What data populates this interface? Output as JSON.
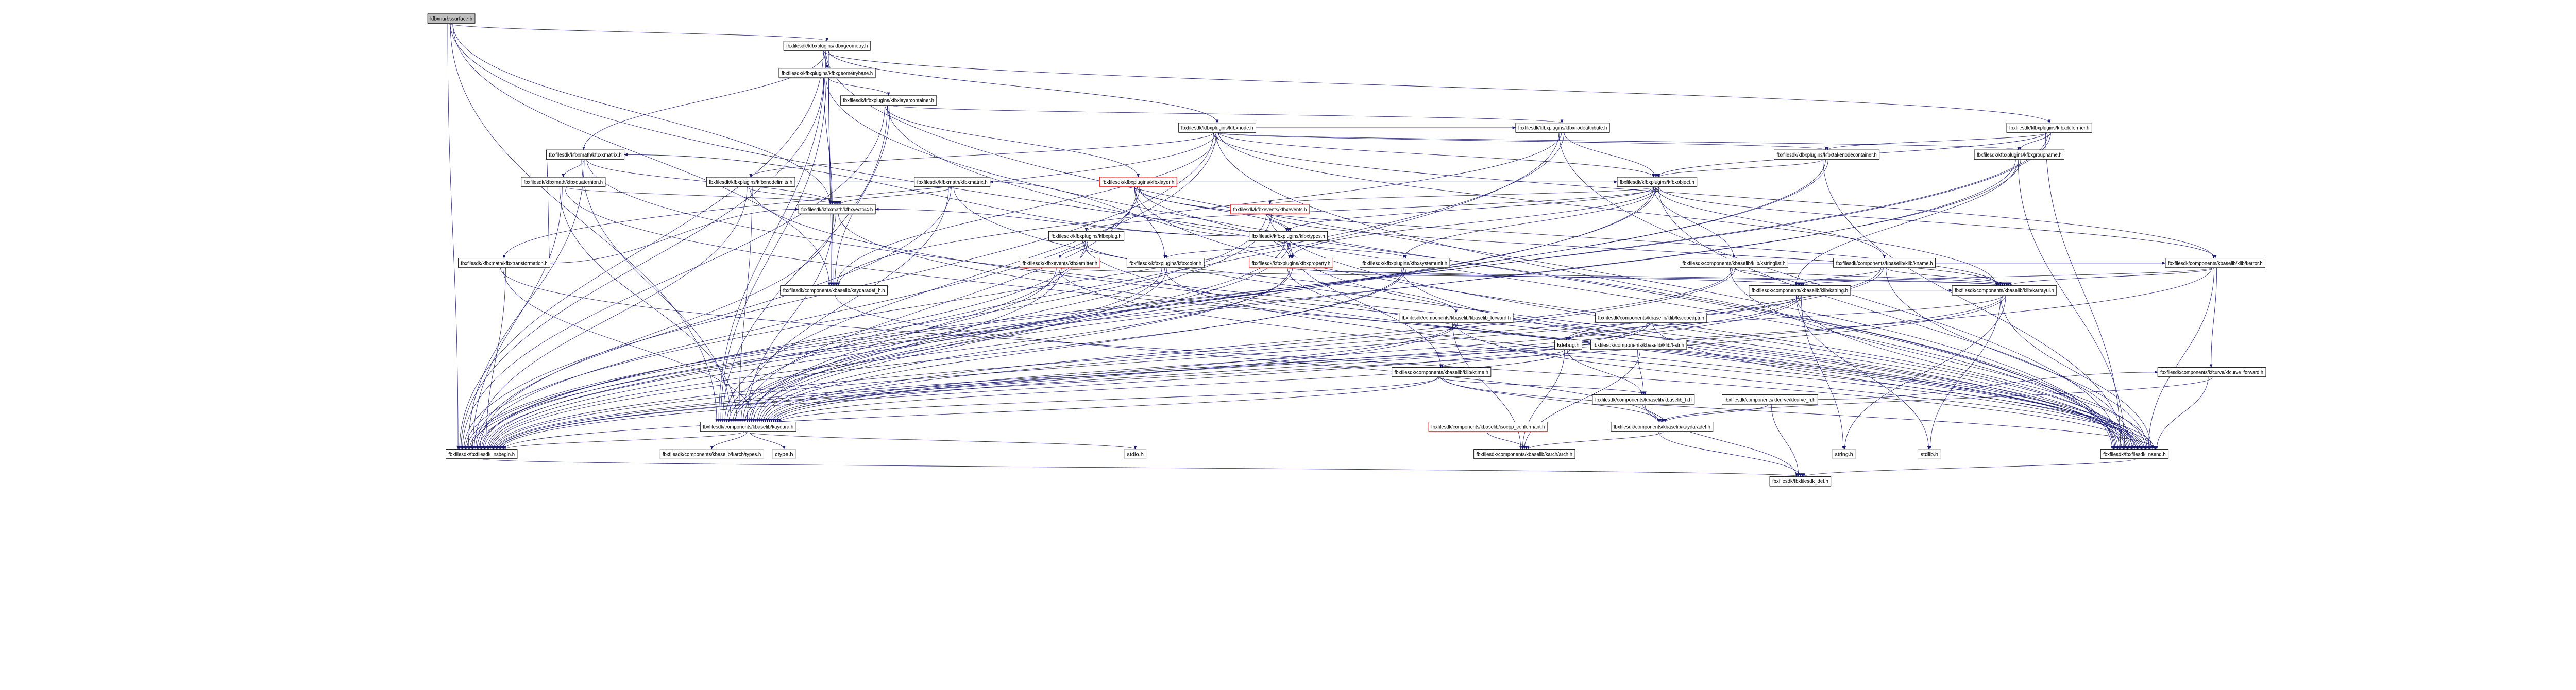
{
  "graph": {
    "title": "kfbxnurbssurface.h include dependency graph",
    "colors": {
      "edge": "#191970",
      "root_fill": "#bfbfbf",
      "node_border": "#000000",
      "truncated_border": "#ff0000",
      "external_border": "#bfbfbf"
    },
    "nodes": [
      {
        "id": 0,
        "label": "kfbxnurbssurface.h",
        "kind": "root"
      },
      {
        "id": 1,
        "label": "fbxfilesdk/kfbxplugins/kfbxgeometry.h",
        "kind": "normal"
      },
      {
        "id": 2,
        "label": "fbxfilesdk/kfbxplugins/kfbxgeometrybase.h",
        "kind": "normal"
      },
      {
        "id": 3,
        "label": "fbxfilesdk/kfbxplugins/kfbxlayercontainer.h",
        "kind": "normal"
      },
      {
        "id": 4,
        "label": "fbxfilesdk/kfbxplugins/kfbxnode.h",
        "kind": "normal"
      },
      {
        "id": 5,
        "label": "fbxfilesdk/kfbxplugins/kfbxnodeattribute.h",
        "kind": "normal"
      },
      {
        "id": 6,
        "label": "fbxfilesdk/kfbxplugins/kfbxdeformer.h",
        "kind": "normal"
      },
      {
        "id": 7,
        "label": "fbxfilesdk/kfbxmath/kfbxxmatrix.h",
        "kind": "normal"
      },
      {
        "id": 8,
        "label": "fbxfilesdk/kfbxplugins/kfbxtakenodecontainer.h",
        "kind": "normal"
      },
      {
        "id": 9,
        "label": "fbxfilesdk/kfbxplugins/kfbxgroupname.h",
        "kind": "normal"
      },
      {
        "id": 10,
        "label": "fbxfilesdk/kfbxmath/kfbxquaternion.h",
        "kind": "normal"
      },
      {
        "id": 11,
        "label": "fbxfilesdk/kfbxplugins/kfbxnodelimits.h",
        "kind": "normal"
      },
      {
        "id": 12,
        "label": "fbxfilesdk/kfbxmath/kfbxmatrix.h",
        "kind": "normal"
      },
      {
        "id": 13,
        "label": "fbxfilesdk/kfbxplugins/kfbxlayer.h",
        "kind": "truncated"
      },
      {
        "id": 14,
        "label": "fbxfilesdk/kfbxplugins/kfbxobject.h",
        "kind": "normal"
      },
      {
        "id": 15,
        "label": "fbxfilesdk/kfbxmath/kfbxvector4.h",
        "kind": "normal"
      },
      {
        "id": 16,
        "label": "fbxfilesdk/kfbxevents/kfbxevents.h",
        "kind": "truncated"
      },
      {
        "id": 17,
        "label": "fbxfilesdk/kfbxplugins/kfbxplug.h",
        "kind": "normal"
      },
      {
        "id": 18,
        "label": "fbxfilesdk/kfbxplugins/kfbxtypes.h",
        "kind": "normal"
      },
      {
        "id": 19,
        "label": "fbxfilesdk/kfbxmath/kfbxtransformation.h",
        "kind": "normal"
      },
      {
        "id": 20,
        "label": "fbxfilesdk/kfbxevents/kfbxemitter.h",
        "kind": "truncated"
      },
      {
        "id": 21,
        "label": "fbxfilesdk/kfbxplugins/kfbxcolor.h",
        "kind": "normal"
      },
      {
        "id": 22,
        "label": "fbxfilesdk/kfbxplugins/kfbxproperty.h",
        "kind": "truncated"
      },
      {
        "id": 23,
        "label": "fbxfilesdk/kfbxplugins/kfbxsystemunit.h",
        "kind": "normal"
      },
      {
        "id": 24,
        "label": "fbxfilesdk/components/kbaselib/klib/kstringlist.h",
        "kind": "normal"
      },
      {
        "id": 25,
        "label": "fbxfilesdk/components/kbaselib/klib/kname.h",
        "kind": "normal"
      },
      {
        "id": 26,
        "label": "fbxfilesdk/components/kbaselib/klib/kerror.h",
        "kind": "normal"
      },
      {
        "id": 27,
        "label": "fbxfilesdk/components/kbaselib/kaydaradef_h.h",
        "kind": "normal"
      },
      {
        "id": 28,
        "label": "fbxfilesdk/components/kbaselib/klib/kstring.h",
        "kind": "normal"
      },
      {
        "id": 29,
        "label": "fbxfilesdk/components/kbaselib/klib/karrayul.h",
        "kind": "normal"
      },
      {
        "id": 30,
        "label": "fbxfilesdk/components/kbaselib/kbaselib_forward.h",
        "kind": "normal"
      },
      {
        "id": 31,
        "label": "fbxfilesdk/components/kbaselib/klib/kscopedptr.h",
        "kind": "normal"
      },
      {
        "id": 32,
        "label": "kdebug.h",
        "kind": "normal"
      },
      {
        "id": 33,
        "label": "fbxfilesdk/components/kbaselib/klib/t-str.h",
        "kind": "normal"
      },
      {
        "id": 34,
        "label": "fbxfilesdk/components/kbaselib/klib/ktime.h",
        "kind": "normal"
      },
      {
        "id": 35,
        "label": "fbxfilesdk/components/kfcurve/kfcurve_forward.h",
        "kind": "normal"
      },
      {
        "id": 36,
        "label": "fbxfilesdk/components/kbaselib/kbaselib_h.h",
        "kind": "normal"
      },
      {
        "id": 37,
        "label": "fbxfilesdk/components/kfcurve/kfcurve_h.h",
        "kind": "normal"
      },
      {
        "id": 38,
        "label": "fbxfilesdk/components/kbaselib/kaydara.h",
        "kind": "normal"
      },
      {
        "id": 39,
        "label": "fbxfilesdk/components/kbaselib/isocpp_conformant.h",
        "kind": "truncated"
      },
      {
        "id": 40,
        "label": "fbxfilesdk/components/kbaselib/kaydaradef.h",
        "kind": "normal"
      },
      {
        "id": 41,
        "label": "fbxfilesdk/fbxfilesdk_nsbegin.h",
        "kind": "normal"
      },
      {
        "id": 42,
        "label": "fbxfilesdk/components/kbaselib/karch/types.h",
        "kind": "external"
      },
      {
        "id": 43,
        "label": "ctype.h",
        "kind": "external"
      },
      {
        "id": 44,
        "label": "stdio.h",
        "kind": "external"
      },
      {
        "id": 45,
        "label": "fbxfilesdk/components/kbaselib/karch/arch.h",
        "kind": "normal"
      },
      {
        "id": 46,
        "label": "string.h",
        "kind": "external"
      },
      {
        "id": 47,
        "label": "stdlib.h",
        "kind": "external"
      },
      {
        "id": 48,
        "label": "fbxfilesdk/fbxfilesdk_nsend.h",
        "kind": "normal"
      },
      {
        "id": 49,
        "label": "fbxfilesdk/fbxfilesdk_def.h",
        "kind": "normal"
      }
    ],
    "edges": [
      [
        0,
        1
      ],
      [
        0,
        38
      ],
      [
        0,
        27
      ],
      [
        0,
        41
      ],
      [
        0,
        48
      ],
      [
        0,
        15
      ],
      [
        1,
        2
      ],
      [
        1,
        7
      ],
      [
        1,
        4
      ],
      [
        1,
        6
      ],
      [
        1,
        38
      ],
      [
        1,
        27
      ],
      [
        1,
        41
      ],
      [
        1,
        48
      ],
      [
        2,
        3
      ],
      [
        2,
        15
      ],
      [
        2,
        38
      ],
      [
        2,
        27
      ],
      [
        2,
        41
      ],
      [
        2,
        48
      ],
      [
        3,
        5
      ],
      [
        3,
        13
      ],
      [
        3,
        38
      ],
      [
        3,
        27
      ],
      [
        3,
        41
      ],
      [
        3,
        48
      ],
      [
        4,
        5
      ],
      [
        4,
        11
      ],
      [
        4,
        19
      ],
      [
        4,
        29
      ],
      [
        4,
        8
      ],
      [
        4,
        9
      ],
      [
        4,
        14
      ],
      [
        4,
        26
      ],
      [
        4,
        38
      ],
      [
        4,
        27
      ],
      [
        4,
        41
      ],
      [
        4,
        48
      ],
      [
        5,
        14
      ],
      [
        5,
        38
      ],
      [
        5,
        27
      ],
      [
        5,
        41
      ],
      [
        5,
        48
      ],
      [
        6,
        8
      ],
      [
        6,
        9
      ],
      [
        6,
        14
      ],
      [
        6,
        38
      ],
      [
        6,
        41
      ],
      [
        6,
        48
      ],
      [
        7,
        10
      ],
      [
        7,
        15
      ],
      [
        7,
        38
      ],
      [
        7,
        41
      ],
      [
        7,
        48
      ],
      [
        8,
        14
      ],
      [
        8,
        38
      ],
      [
        8,
        41
      ],
      [
        8,
        48
      ],
      [
        9,
        28
      ],
      [
        9,
        38
      ],
      [
        9,
        41
      ],
      [
        9,
        48
      ],
      [
        10,
        15
      ],
      [
        10,
        38
      ],
      [
        10,
        41
      ],
      [
        10,
        48
      ],
      [
        11,
        15
      ],
      [
        11,
        14
      ],
      [
        11,
        38
      ],
      [
        11,
        41
      ],
      [
        11,
        48
      ],
      [
        12,
        15
      ],
      [
        12,
        38
      ],
      [
        12,
        41
      ],
      [
        12,
        48
      ],
      [
        13,
        21
      ],
      [
        13,
        18
      ],
      [
        13,
        22
      ],
      [
        13,
        29
      ],
      [
        13,
        38
      ],
      [
        13,
        41
      ],
      [
        13,
        48
      ],
      [
        14,
        16
      ],
      [
        14,
        17
      ],
      [
        14,
        18
      ],
      [
        14,
        22
      ],
      [
        14,
        23
      ],
      [
        14,
        24
      ],
      [
        14,
        25
      ],
      [
        14,
        26
      ],
      [
        14,
        38
      ],
      [
        14,
        41
      ],
      [
        14,
        48
      ],
      [
        15,
        38
      ],
      [
        15,
        41
      ],
      [
        15,
        48
      ],
      [
        16,
        18
      ],
      [
        16,
        29
      ],
      [
        16,
        38
      ],
      [
        16,
        41
      ],
      [
        16,
        48
      ],
      [
        17,
        20
      ],
      [
        17,
        30
      ],
      [
        17,
        38
      ],
      [
        17,
        41
      ],
      [
        17,
        48
      ],
      [
        18,
        21
      ],
      [
        18,
        22
      ],
      [
        18,
        23
      ],
      [
        18,
        12
      ],
      [
        18,
        7
      ],
      [
        18,
        15
      ],
      [
        18,
        34
      ],
      [
        18,
        38
      ],
      [
        18,
        41
      ],
      [
        18,
        48
      ],
      [
        19,
        7
      ],
      [
        19,
        15
      ],
      [
        19,
        38
      ],
      [
        19,
        41
      ],
      [
        19,
        48
      ],
      [
        20,
        29
      ],
      [
        20,
        38
      ],
      [
        20,
        41
      ],
      [
        20,
        48
      ],
      [
        21,
        38
      ],
      [
        21,
        41
      ],
      [
        21,
        48
      ],
      [
        22,
        28
      ],
      [
        22,
        29
      ],
      [
        22,
        38
      ],
      [
        22,
        41
      ],
      [
        22,
        48
      ],
      [
        23,
        38
      ],
      [
        23,
        41
      ],
      [
        23,
        48
      ],
      [
        24,
        26
      ],
      [
        24,
        28
      ],
      [
        24,
        29
      ],
      [
        24,
        38
      ],
      [
        24,
        41
      ],
      [
        24,
        48
      ],
      [
        25,
        28
      ],
      [
        25,
        29
      ],
      [
        25,
        38
      ],
      [
        25,
        41
      ],
      [
        25,
        48
      ],
      [
        26,
        28
      ],
      [
        26,
        29
      ],
      [
        26,
        35
      ],
      [
        26,
        41
      ],
      [
        26,
        48
      ],
      [
        27,
        40
      ],
      [
        28,
        29
      ],
      [
        28,
        32
      ],
      [
        28,
        46
      ],
      [
        28,
        47
      ],
      [
        28,
        38
      ],
      [
        28,
        41
      ],
      [
        28,
        48
      ],
      [
        29,
        32
      ],
      [
        29,
        46
      ],
      [
        29,
        47
      ],
      [
        29,
        38
      ],
      [
        29,
        41
      ],
      [
        29,
        48
      ],
      [
        30,
        38
      ],
      [
        30,
        41
      ],
      [
        30,
        45
      ],
      [
        30,
        48
      ],
      [
        31,
        32
      ],
      [
        31,
        38
      ],
      [
        31,
        41
      ],
      [
        31,
        48
      ],
      [
        32,
        34
      ],
      [
        32,
        36
      ],
      [
        32,
        38
      ],
      [
        32,
        45
      ],
      [
        33,
        36
      ],
      [
        33,
        45
      ],
      [
        34,
        36
      ],
      [
        34,
        38
      ],
      [
        34,
        40
      ],
      [
        34,
        41
      ],
      [
        34,
        48
      ],
      [
        35,
        40
      ],
      [
        35,
        48
      ],
      [
        36,
        40
      ],
      [
        36,
        49
      ],
      [
        37,
        35
      ],
      [
        37,
        40
      ],
      [
        37,
        49
      ],
      [
        38,
        41
      ],
      [
        38,
        42
      ],
      [
        38,
        43
      ],
      [
        38,
        44
      ],
      [
        39,
        45
      ],
      [
        40,
        45
      ],
      [
        40,
        49
      ],
      [
        41,
        49
      ],
      [
        48,
        49
      ]
    ]
  }
}
